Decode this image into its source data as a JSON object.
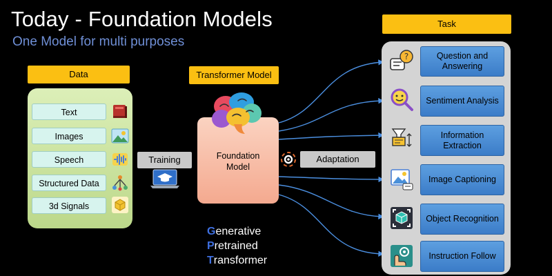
{
  "title": "Today - Foundation Models",
  "subtitle": "One Model for multi purposes",
  "data": {
    "header": "Data",
    "items": [
      {
        "label": "Text",
        "icon": "book-icon"
      },
      {
        "label": "Images",
        "icon": "picture-icon"
      },
      {
        "label": "Speech",
        "icon": "speech-wave-icon"
      },
      {
        "label": "Structured Data",
        "icon": "chart-icon"
      },
      {
        "label": "3d Signals",
        "icon": "cube-icon"
      }
    ]
  },
  "training": {
    "label": "Training",
    "icon": "laptop-graduation-icon"
  },
  "transformer": {
    "header": "Transformer Model",
    "icon": "brain-icon"
  },
  "foundation": {
    "line1": "Foundation",
    "line2": "Model"
  },
  "adaptation": {
    "label": "Adaptation",
    "icon": "gear-cycle-icon"
  },
  "task": {
    "header": "Task",
    "items": [
      {
        "line1": "Question and",
        "line2": "Answering",
        "icon": "question-chat-icon"
      },
      {
        "line1": "Sentiment Analysis",
        "line2": "",
        "icon": "smiley-magnifier-icon"
      },
      {
        "line1": "Information",
        "line2": "Extraction",
        "icon": "funnel-extract-icon"
      },
      {
        "line1": "Image Captioning",
        "line2": "",
        "icon": "image-caption-icon"
      },
      {
        "line1": "Object Recognition",
        "line2": "",
        "icon": "object-frame-icon"
      },
      {
        "line1": "Instruction Follow",
        "line2": "",
        "icon": "hand-gear-icon"
      }
    ]
  },
  "gpt": [
    {
      "first": "G",
      "rest": "enerative"
    },
    {
      "first": "P",
      "rest": "retrained"
    },
    {
      "first": "T",
      "rest": "ransformer"
    }
  ],
  "colors": {
    "header_yellow": "#fbbf12",
    "data_panel": "#c6e09a",
    "data_pill": "#d7f4ee",
    "task_button": "#4a8bd4",
    "task_panel": "#d4d4d4",
    "foundation_box": "#f7b9a0",
    "subtitle_blue": "#6f8fd6",
    "arrow_blue": "#4b8fe0",
    "gpt_highlight": "#3e6fe0"
  }
}
